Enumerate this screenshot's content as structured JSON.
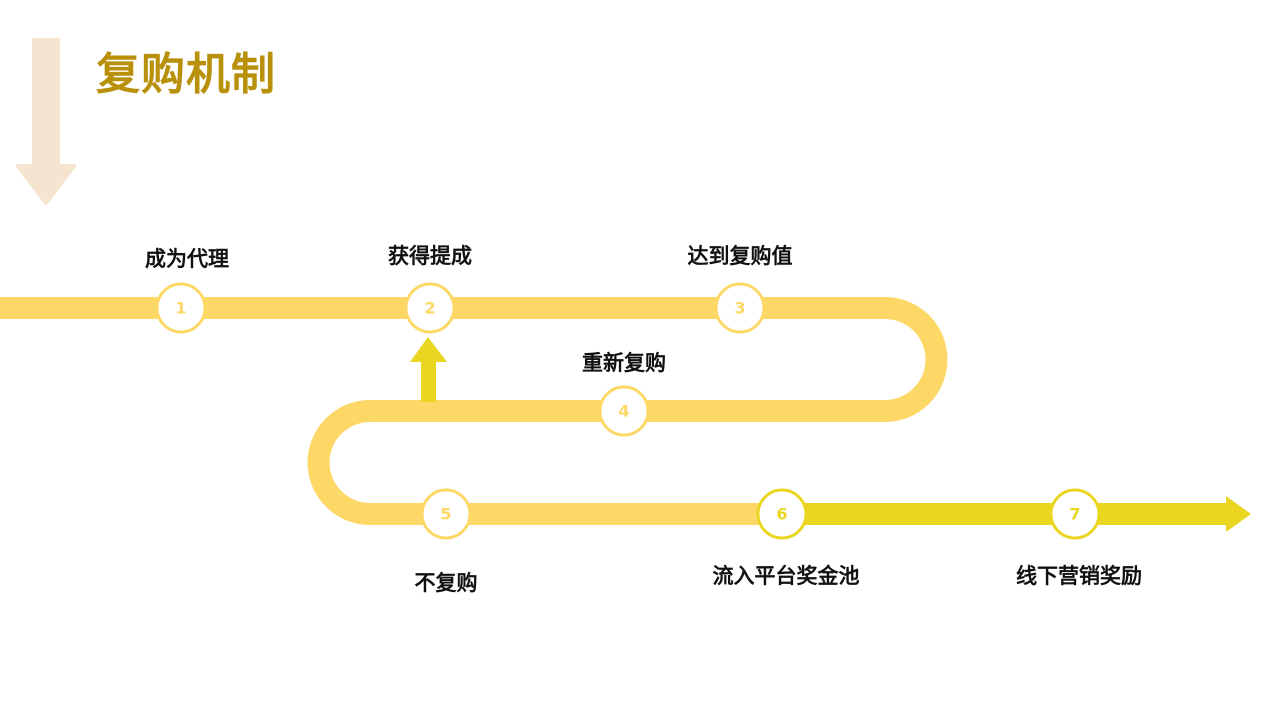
{
  "title": "复购机制",
  "colors": {
    "path": "#fdd866",
    "accent": "#ead620",
    "title": "#b8900a",
    "deco_arrow": "#f6e4d0"
  },
  "steps": [
    {
      "num": "1",
      "label": "成为代理"
    },
    {
      "num": "2",
      "label": "获得提成"
    },
    {
      "num": "3",
      "label": "达到复购值"
    },
    {
      "num": "4",
      "label": "重新复购"
    },
    {
      "num": "5",
      "label": "不复购"
    },
    {
      "num": "6",
      "label": "流入平台奖金池"
    },
    {
      "num": "7",
      "label": "线下营销奖励"
    }
  ]
}
